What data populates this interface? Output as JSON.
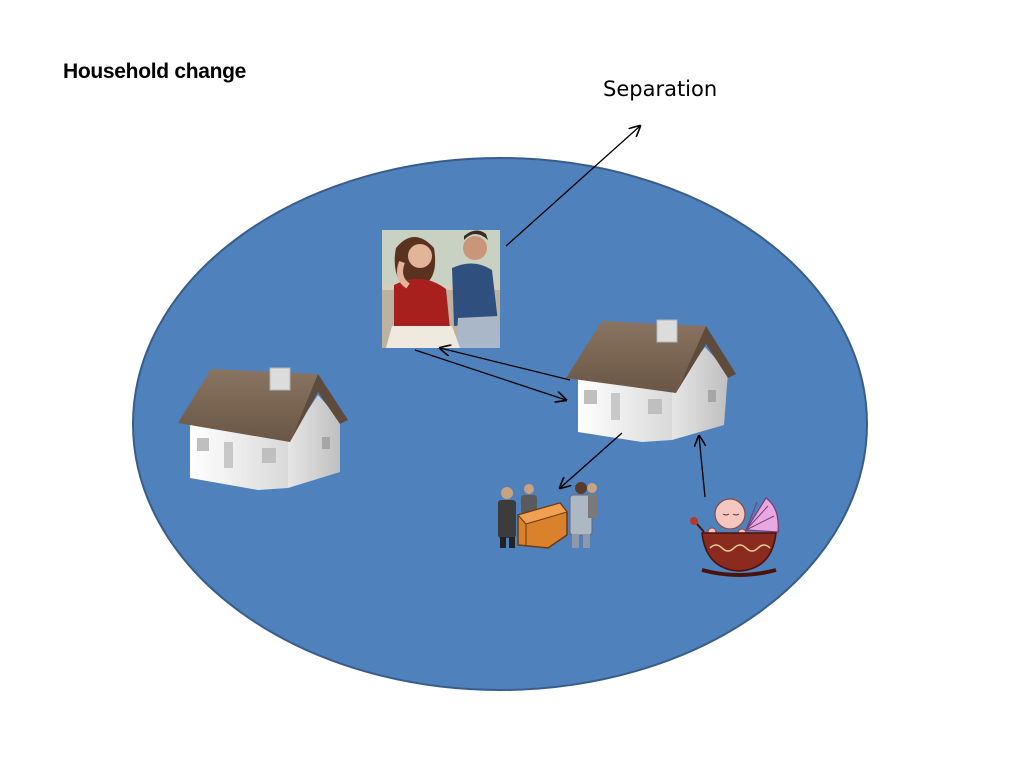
{
  "slide": {
    "title": "Household change",
    "separation_label": "Separation"
  },
  "colors": {
    "population_fill": "#4f81bd",
    "population_stroke": "#385d8a",
    "roof": "#7a6552",
    "house_wall": "#f2f2f2",
    "arrow": "#000000"
  },
  "elements": {
    "population_region": "population-ellipse",
    "houses": [
      "house-left",
      "house-right"
    ],
    "pictures": [
      "separating-couple",
      "funeral",
      "baby-in-cradle"
    ]
  }
}
